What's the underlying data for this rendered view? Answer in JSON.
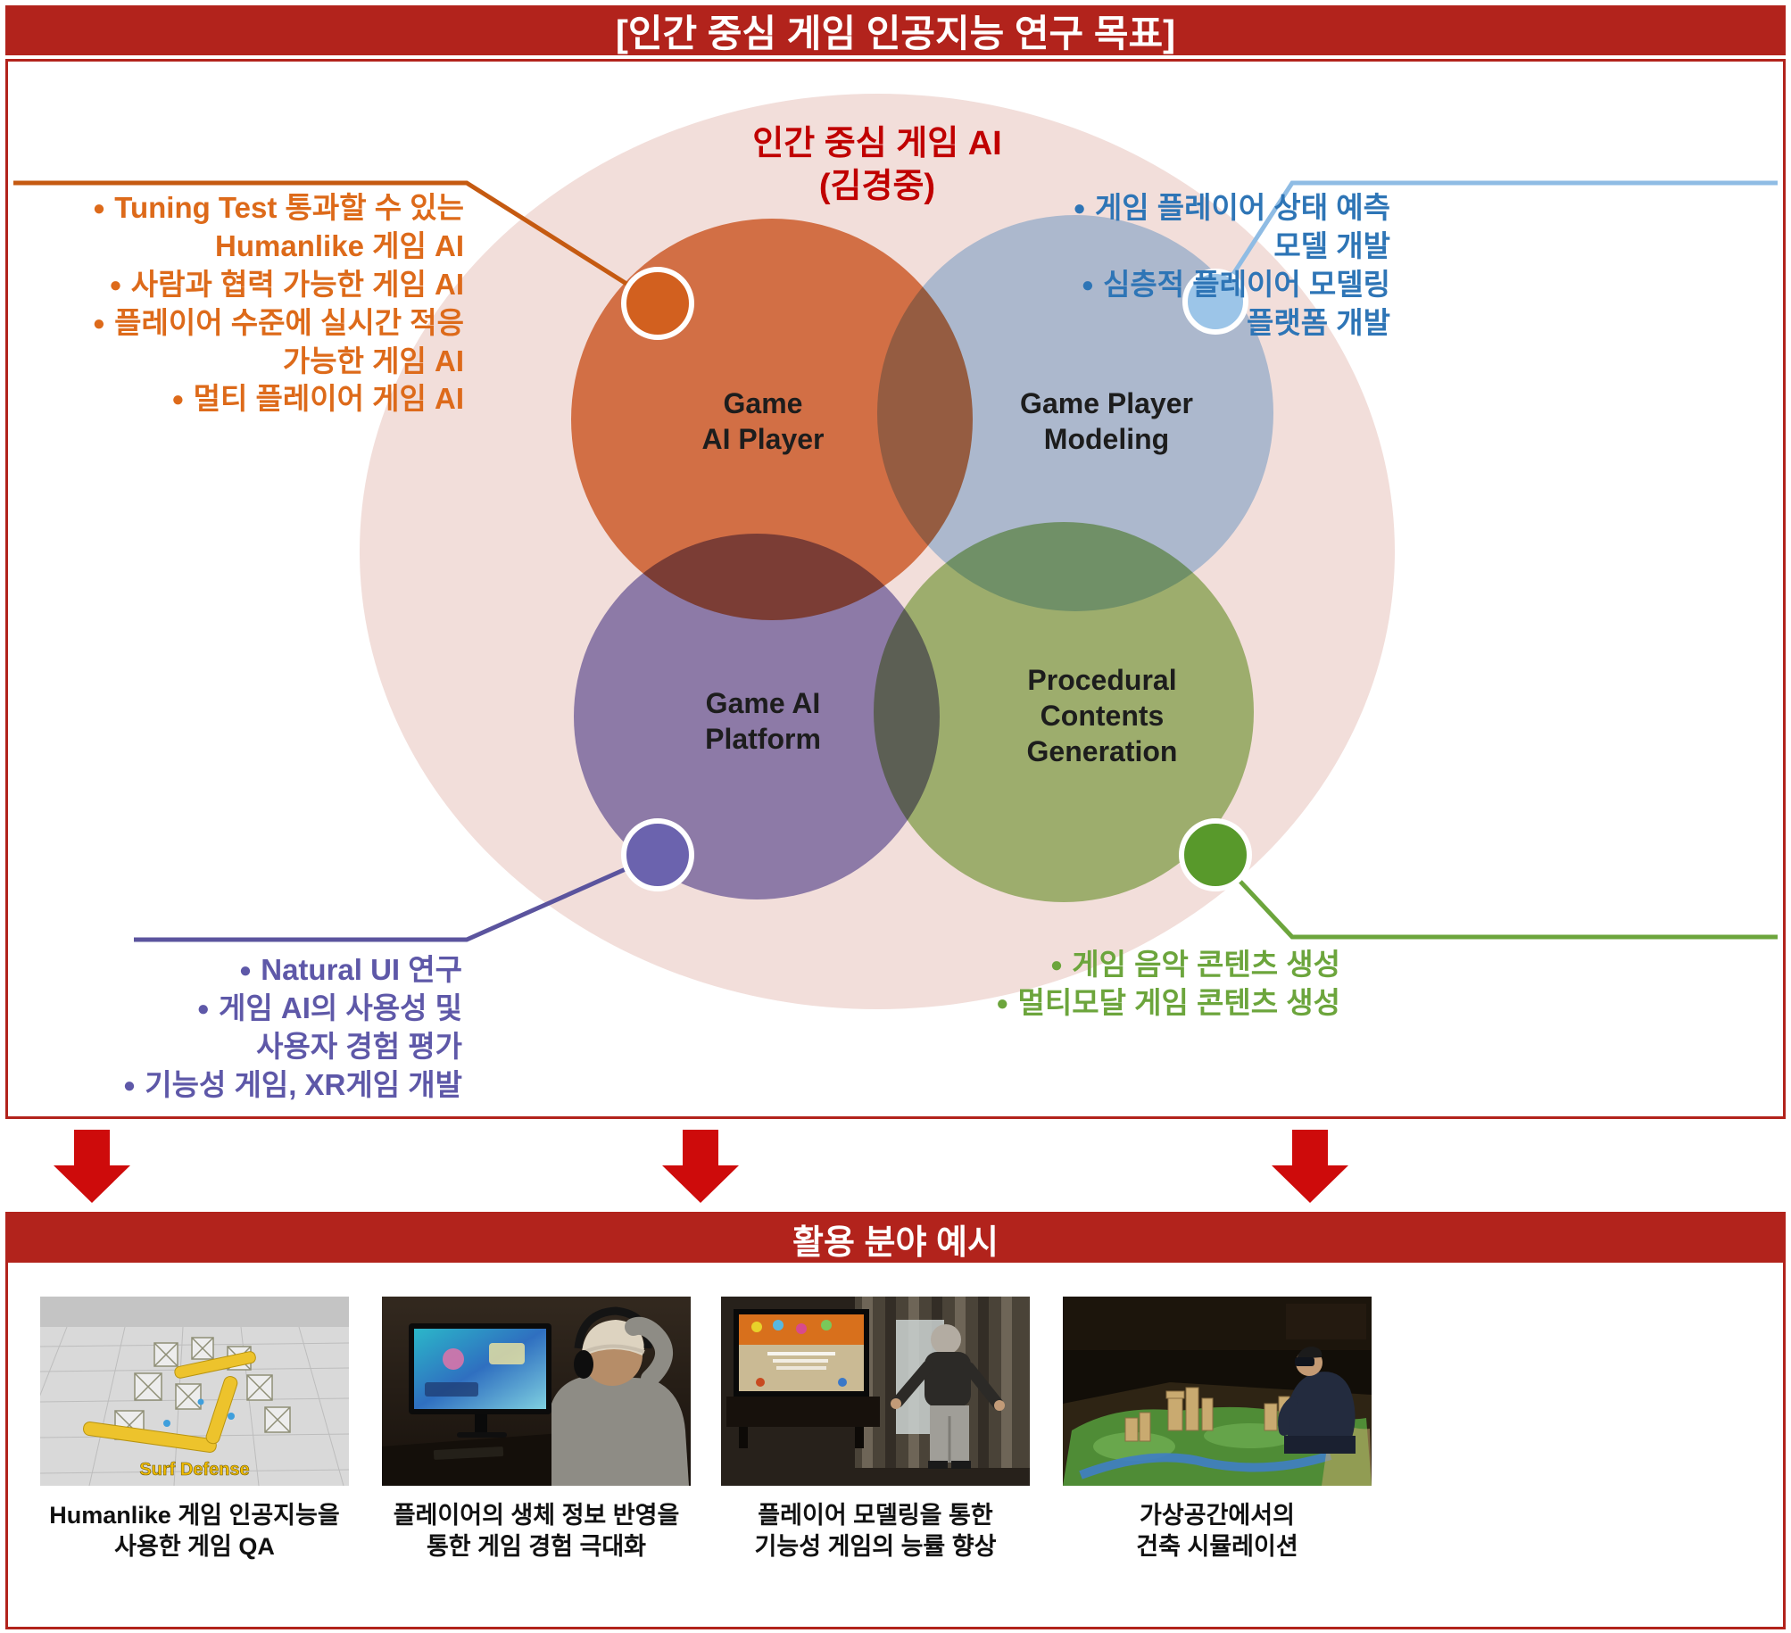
{
  "header": {
    "title": "[인간 중심 게임 인공지능 연구 목표]"
  },
  "venn": {
    "center_title": "인간 중심 게임 AI\n(김경중)",
    "labels": {
      "game_ai_player": "Game\nAI Player",
      "game_player_modeling": "Game Player\nModeling",
      "game_ai_platform": "Game AI\nPlatform",
      "pcg": "Procedural\nContents\nGeneration"
    }
  },
  "callouts": {
    "game_ai_player": {
      "items": [
        "Tuning Test 통과할 수 있는\nHumanlike 게임 AI",
        "사람과 협력 가능한 게임 AI",
        "플레이어 수준에 실시간 적응\n가능한 게임 AI",
        "멀티 플레이어 게임 AI"
      ]
    },
    "game_player_modeling": {
      "items": [
        "게임 플레이어 상태 예측\n모델 개발",
        "심층적 플레이어 모델링\n플랫폼 개발"
      ]
    },
    "game_ai_platform": {
      "items": [
        "Natural UI 연구",
        "게임 AI의 사용성 및\n사용자 경험 평가",
        "기능성 게임, XR게임 개발"
      ]
    },
    "pcg": {
      "items": [
        "게임 음악 콘텐츠 생성",
        "멀티모달 게임 콘텐츠 생성"
      ]
    }
  },
  "applications": {
    "header": "활용 분야 예시",
    "examples": [
      {
        "caption": "Humanlike 게임 인공지능을\n사용한 게임 QA",
        "image_text": "Surf Defense"
      },
      {
        "caption": "플레이어의 생체 정보 반영을\n통한 게임 경험 극대화"
      },
      {
        "caption": "플레이어 모델링을 통한\n기능성 게임의 능률 향상"
      },
      {
        "caption": "가상공간에서의\n건축 시뮬레이션"
      }
    ]
  },
  "icons": {
    "bullet": "●"
  },
  "colors": {
    "dark_red": "#B2231C",
    "arrow_red": "#CE0B0B",
    "center_title_red": "#C00000",
    "orange": "#DD6A1A",
    "blue": "#2E75B6",
    "purple": "#5E58A8",
    "green": "#6CA53C",
    "outer_circle_pink": "#F2DEDA"
  }
}
